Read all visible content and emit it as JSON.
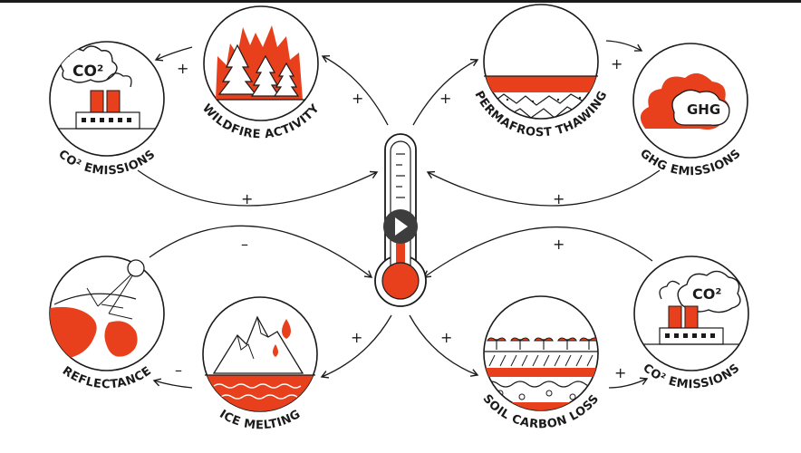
{
  "nodes": {
    "co2_left": {
      "label": "CO² EMISSIONS",
      "badge": "CO²"
    },
    "wildfire": {
      "label": "WILDFIRE ACTIVITY"
    },
    "permafrost": {
      "label": "PERMAFROST THAWING"
    },
    "ghg": {
      "label": "GHG EMISSIONS",
      "badge": "GHG"
    },
    "reflectance": {
      "label": "REFLECTANCE"
    },
    "ice": {
      "label": "ICE MELTING"
    },
    "soil": {
      "label": "SOIL CARBON LOSS"
    },
    "co2_right": {
      "label": "CO² EMISSIONS",
      "badge": "CO²"
    }
  },
  "signs": {
    "wildfire_to_co2": "+",
    "thermo_to_wildfire": "+",
    "thermo_to_permafrost": "+",
    "permafrost_to_ghg": "+",
    "co2_to_thermo": "+",
    "ghg_to_thermo": "+",
    "reflectance_to_thermo": "–",
    "co2right_to_thermo": "+",
    "thermo_to_ice": "+",
    "thermo_to_soil": "+",
    "ice_to_reflectance": "–",
    "soil_to_co2right": "+"
  },
  "colors": {
    "accent": "#e8401c",
    "ink": "#1a1a1a",
    "play_button": "#3d3d3d"
  },
  "icons": {
    "play": "play-icon",
    "thermometer": "thermometer-icon"
  }
}
